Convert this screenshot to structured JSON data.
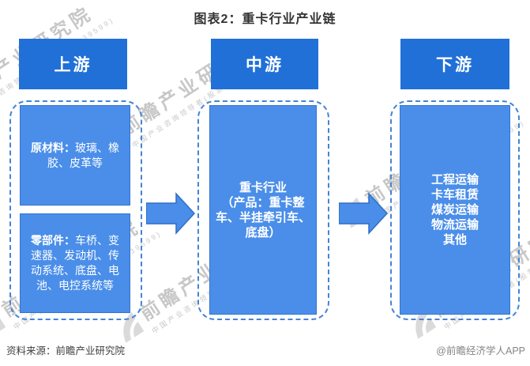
{
  "title": "图表2：重卡行业产业链",
  "columns": [
    {
      "header": "上游",
      "boxes": [
        {
          "label": "原材料：",
          "text": "玻璃、橡胶、皮革等"
        },
        {
          "label": "零部件：",
          "text": "车桥、变速器、发动机、传动系统、底盘、电池、电控系统等"
        }
      ]
    },
    {
      "header": "中游",
      "boxes": [
        {
          "name": "重卡行业",
          "detail": "（产品：重卡整车、半挂牵引车、底盘）"
        }
      ]
    },
    {
      "header": "下游",
      "boxes": [
        {
          "lines": [
            "工程运输",
            "卡车租赁",
            "煤炭运输",
            "物流运输",
            "其他"
          ]
        }
      ]
    }
  ],
  "footer": {
    "source": "资料来源：前瞻产业研究院",
    "credit": "@前瞻经济学人APP"
  },
  "watermark": {
    "text": "前瞻产业研究院",
    "subtext": "中国产业咨询领导者(股票代码:839599)"
  },
  "colors": {
    "header_blue": "#2070d8",
    "box_blue": "#4a8ee9",
    "box_border": "#3474cd",
    "dash_border": "#4285d6",
    "arrow_fill": "#4a8ee9",
    "arrow_stroke": "#2f6fc4",
    "title_color": "#333333",
    "footer_color": "#404040",
    "credit_color": "#858585",
    "watermark_color": "#9a9a9a"
  }
}
